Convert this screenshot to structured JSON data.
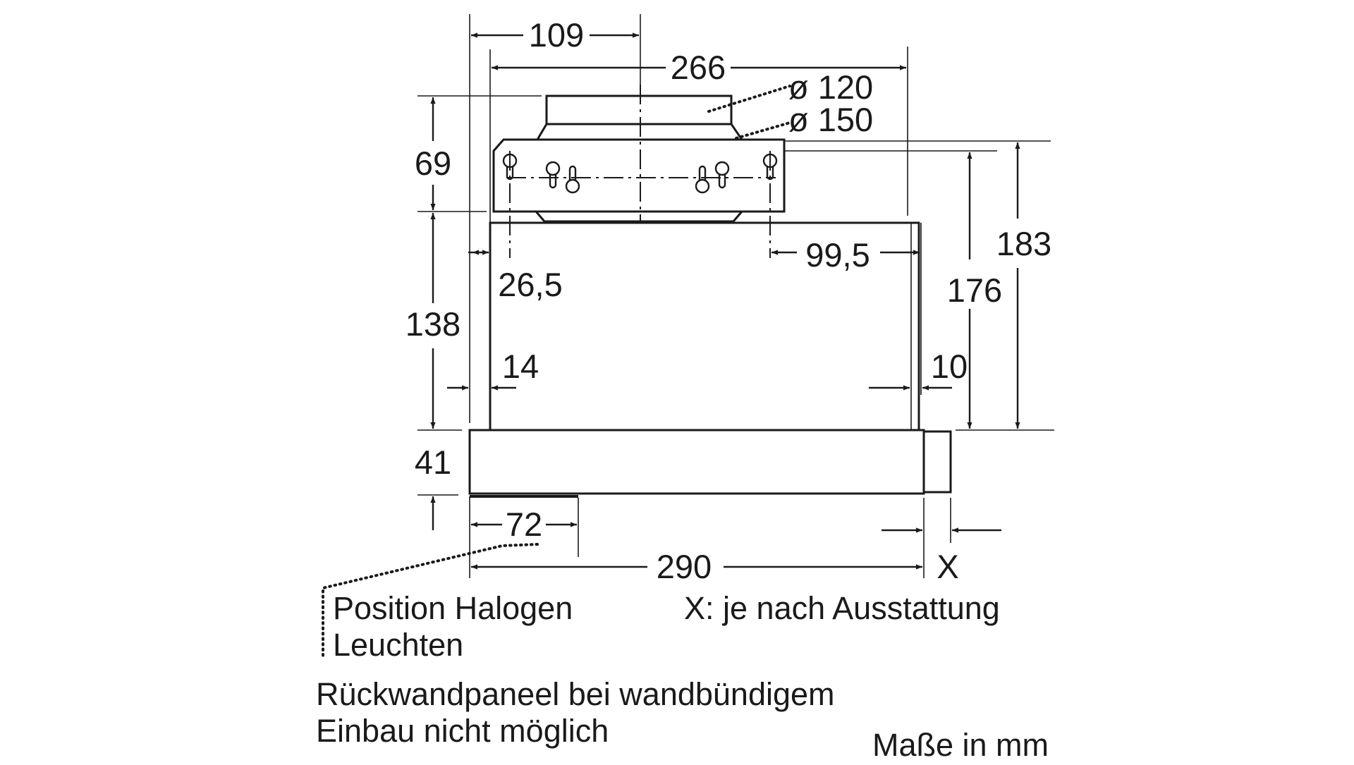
{
  "dimensions": {
    "d109": "109",
    "d266": "266",
    "d120": "ø 120",
    "d150": "ø 150",
    "d69": "69",
    "d183": "183",
    "d176": "176",
    "d99_5": "99,5",
    "d26_5": "26,5",
    "d138": "138",
    "d14": "14",
    "d10": "10",
    "d41": "41",
    "d72": "72",
    "d290": "290",
    "dX": "X"
  },
  "notes": {
    "halogen_line1": "Position Halogen",
    "halogen_line2": "Leuchten",
    "x_legend": "X: je nach Ausstattung",
    "panel_line1": "Rückwandpaneel bei wandbündigem",
    "panel_line2": "Einbau nicht möglich",
    "units": "Maße in mm"
  }
}
